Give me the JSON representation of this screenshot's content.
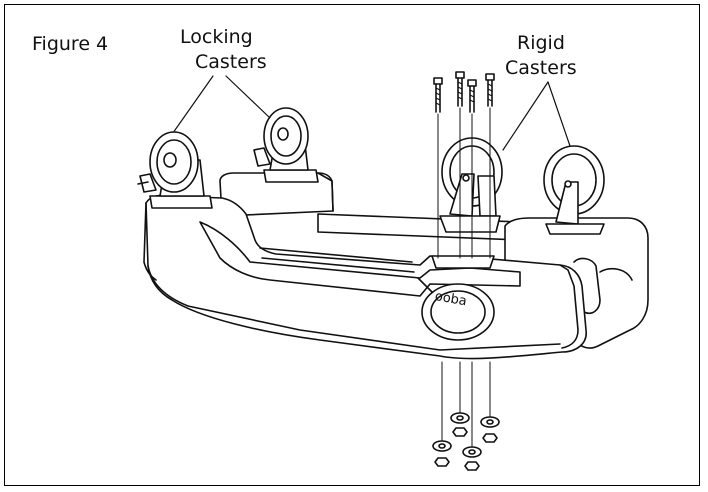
{
  "figure": {
    "title": "Figure 4"
  },
  "callouts": {
    "locking": {
      "line1": "Locking",
      "line2": "Casters"
    },
    "rigid": {
      "line1": "Rigid",
      "line2": "Casters"
    }
  },
  "logo_text": "ooba",
  "colors": {
    "line": "#111111",
    "fill": "#ffffff",
    "shade": "#dcdcdc"
  }
}
